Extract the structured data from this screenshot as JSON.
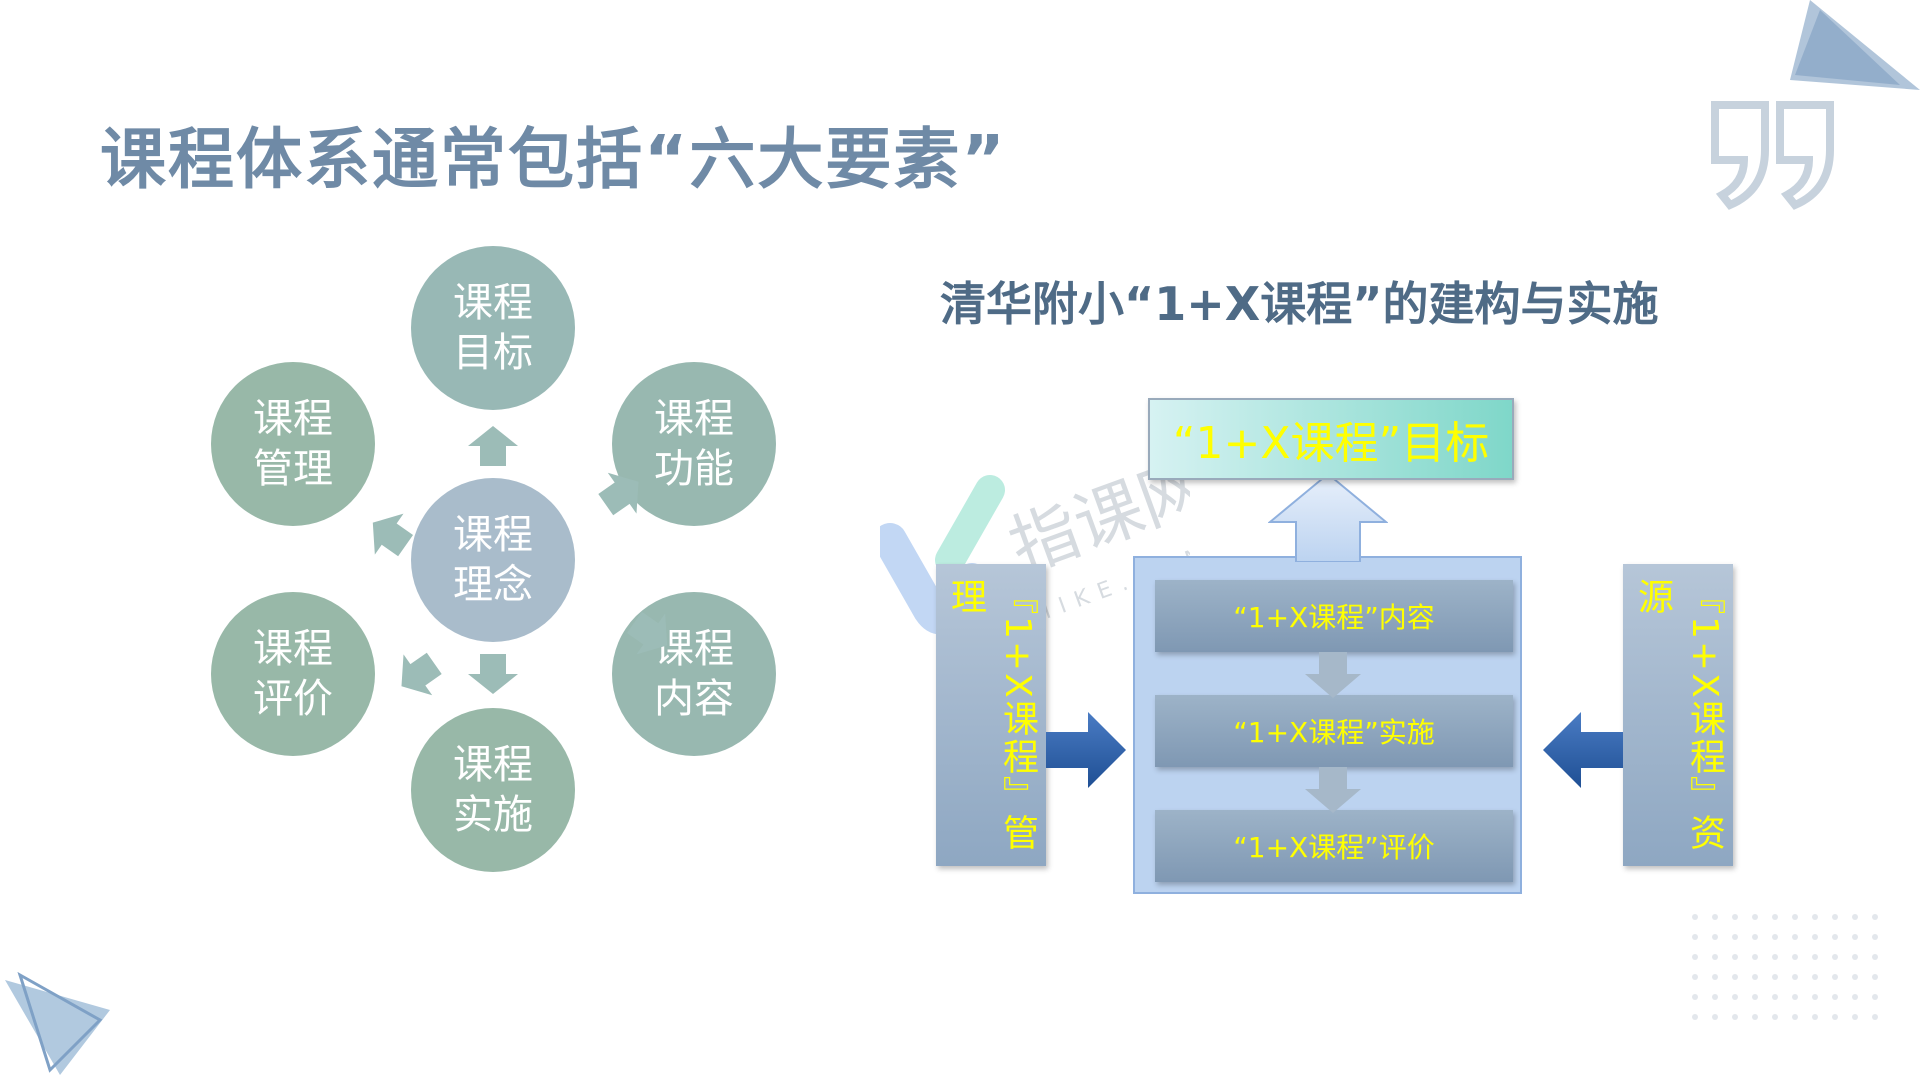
{
  "title": "课程体系通常包括“六大要素”",
  "left_diagram": {
    "center": "课程理念",
    "top": "课程目标",
    "upper_right": "课程功能",
    "lower_right": "课程内容",
    "bottom": "课程实施",
    "lower_left": "课程评价",
    "upper_left": "课程管理"
  },
  "right_diagram": {
    "subtitle": "清华附小“1+X课程”的建构与实施",
    "goal": "“1+X课程”目标",
    "stages": [
      "“1+X课程”内容",
      "“1+X课程”实施",
      "“1+X课程”评价"
    ],
    "left_box": "『1+X课程』管理",
    "right_box": "『1+X课程』资源"
  },
  "watermark": {
    "name": "指课网",
    "sub": "ZHIKE.COM"
  },
  "colors": {
    "title": "#6f8aa6",
    "yellow_text": "#ffff00",
    "arrow_blue": "#2e5ea8"
  }
}
